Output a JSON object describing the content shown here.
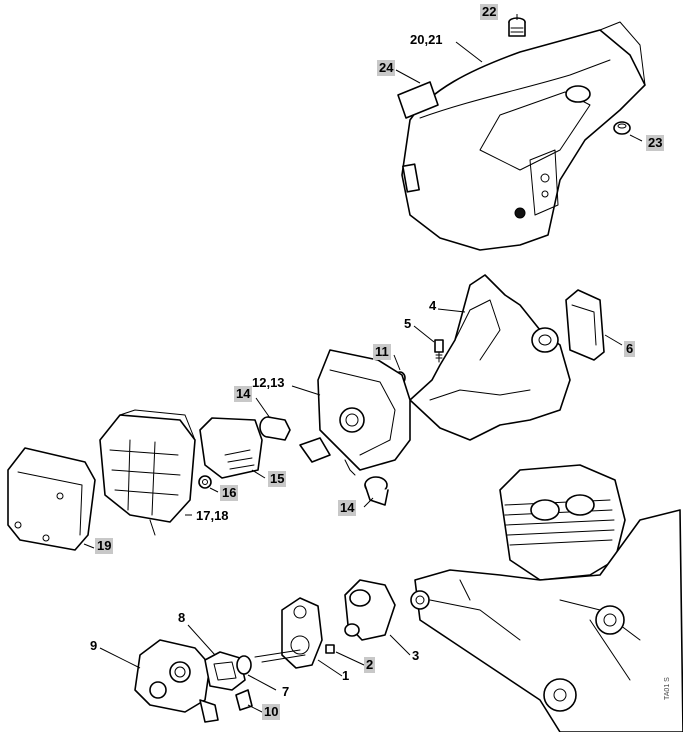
{
  "callouts": {
    "c22": "22",
    "c20_21": "20,21",
    "c24": "24",
    "c23": "23",
    "c4": "4",
    "c5": "5",
    "c6": "6",
    "c11": "11",
    "c12_13": "12,13",
    "c14a": "14",
    "c14b": "14",
    "c15": "15",
    "c16": "16",
    "c17_18": "17,18",
    "c19": "19",
    "c8": "8",
    "c9": "9",
    "c7": "7",
    "c10": "10",
    "c1": "1",
    "c2": "2",
    "c3": "3"
  },
  "document_number": "TA01 S",
  "colors": {
    "label_box": "#c8c8c8",
    "line": "#000000",
    "background": "#ffffff"
  }
}
